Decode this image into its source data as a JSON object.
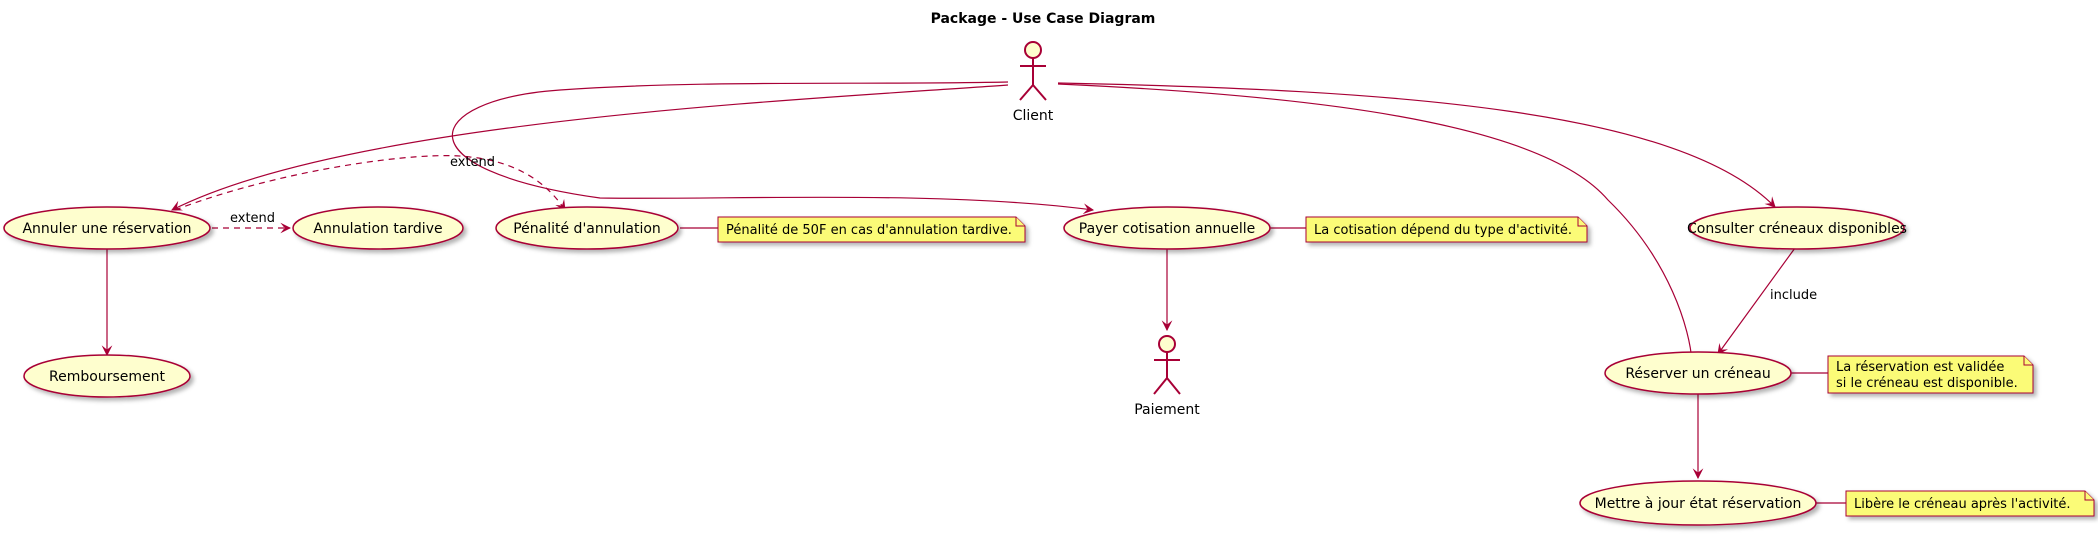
{
  "diagram": {
    "title": "Package - Use Case Diagram",
    "actors": {
      "client": "Client",
      "paiement": "Paiement"
    },
    "use_cases": {
      "annuler": "Annuler une réservation",
      "annulation_tardive": "Annulation tardive",
      "penalite": "Pénalité d'annulation",
      "payer": "Payer cotisation annuelle",
      "consulter": "Consulter créneaux disponibles",
      "reserver": "Réserver un créneau",
      "remboursement": "Remboursement",
      "mettre_a_jour": "Mettre à jour état réservation"
    },
    "notes": {
      "penalite": [
        "Pénalité de 50F en cas d'annulation tardive."
      ],
      "payer": [
        "La cotisation dépend du type d'activité."
      ],
      "reserver": [
        "La réservation est validée",
        "si le créneau est disponible."
      ],
      "mettre_a_jour": [
        "Libère le créneau après l'activité."
      ]
    },
    "edge_labels": {
      "extend_top": "extend",
      "extend_mid": "extend",
      "include": "include"
    },
    "colors": {
      "line": "#A80036",
      "usecase_fill": "#FEFECE",
      "note_fill": "#FBFB77"
    }
  }
}
